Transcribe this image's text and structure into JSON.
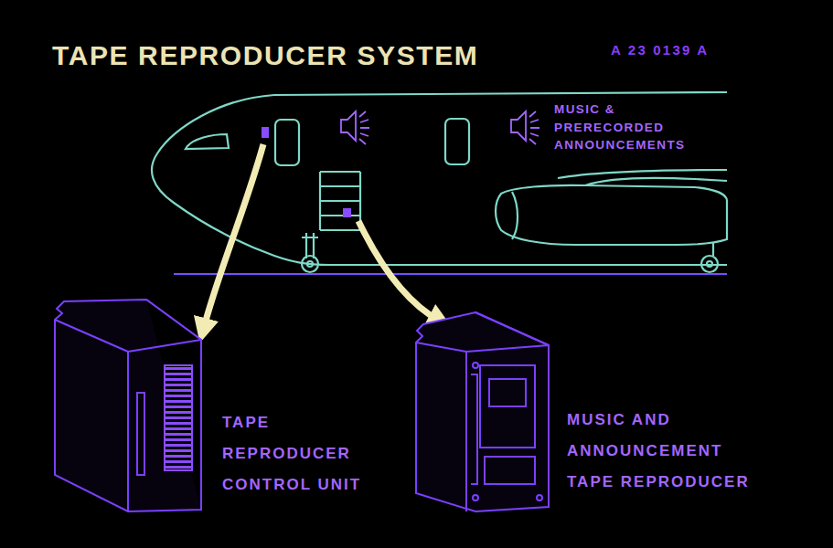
{
  "diagram": {
    "title": "TAPE REPRODUCER SYSTEM",
    "labels": [
      "A 23 0139 A",
      "MUSIC & PRERECORDED ANNOUNCEMENTS",
      "TAPE REPRODUCER CONTROL UNIT",
      "MUSIC AND ANNOUNCEMENT TAPE REPRODUCER"
    ]
  }
}
